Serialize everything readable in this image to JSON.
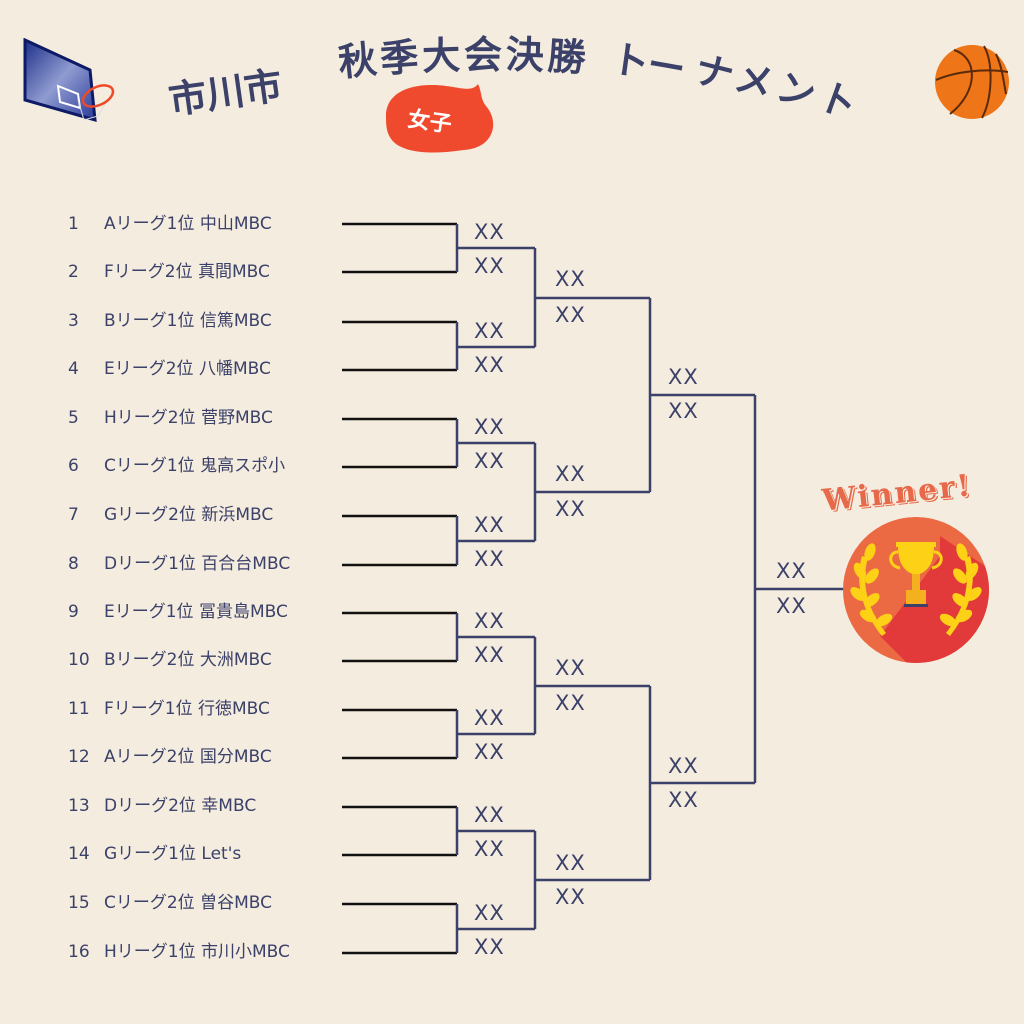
{
  "header": {
    "city": "市川市",
    "title_chars": [
      "秋",
      "季",
      "大",
      "会",
      "決",
      "勝",
      "ト",
      "ー",
      "ナ",
      "メ",
      "ン",
      "ト"
    ],
    "title": "秋季大会決勝トーナメント",
    "category_badge": "女子",
    "icons": [
      "basketball-hoop-icon",
      "basketball-icon"
    ]
  },
  "colors": {
    "background": "#f4ecdf",
    "text": "#3b4168",
    "line_navy": "#3b4168",
    "line_black": "#111111",
    "badge_red": "#f04a2e",
    "ball_orange": "#ee7518",
    "winner_circle": "#ec6a43",
    "winner_shadow": "#e23a3a",
    "trophy_gold": "#fcd116"
  },
  "teams": [
    {
      "seed": "1",
      "name": "Aリーグ1位 中山MBC"
    },
    {
      "seed": "2",
      "name": "Fリーグ2位 真間MBC"
    },
    {
      "seed": "3",
      "name": "Bリーグ1位 信篤MBC"
    },
    {
      "seed": "4",
      "name": "Eリーグ2位 八幡MBC"
    },
    {
      "seed": "5",
      "name": "Hリーグ2位 菅野MBC"
    },
    {
      "seed": "6",
      "name": "Cリーグ1位 鬼高スポ小"
    },
    {
      "seed": "7",
      "name": "Gリーグ2位 新浜MBC"
    },
    {
      "seed": "8",
      "name": "Dリーグ1位 百合台MBC"
    },
    {
      "seed": "9",
      "name": "Eリーグ1位 冨貴島MBC"
    },
    {
      "seed": "10",
      "name": "Bリーグ2位 大洲MBC"
    },
    {
      "seed": "11",
      "name": "Fリーグ1位 行徳MBC"
    },
    {
      "seed": "12",
      "name": "Aリーグ2位 国分MBC"
    },
    {
      "seed": "13",
      "name": "Dリーグ2位 幸MBC"
    },
    {
      "seed": "14",
      "name": "Gリーグ1位 Let's"
    },
    {
      "seed": "15",
      "name": "Cリーグ2位 曽谷MBC"
    },
    {
      "seed": "16",
      "name": "Hリーグ1位 市川小MBC"
    }
  ],
  "rounds": {
    "round1": [
      {
        "top": "XX",
        "bottom": "XX"
      },
      {
        "top": "XX",
        "bottom": "XX"
      },
      {
        "top": "XX",
        "bottom": "XX"
      },
      {
        "top": "XX",
        "bottom": "XX"
      },
      {
        "top": "XX",
        "bottom": "XX"
      },
      {
        "top": "XX",
        "bottom": "XX"
      },
      {
        "top": "XX",
        "bottom": "XX"
      },
      {
        "top": "XX",
        "bottom": "XX"
      }
    ],
    "round2": [
      {
        "top": "XX",
        "bottom": "XX"
      },
      {
        "top": "XX",
        "bottom": "XX"
      },
      {
        "top": "XX",
        "bottom": "XX"
      },
      {
        "top": "XX",
        "bottom": "XX"
      }
    ],
    "semifinal": [
      {
        "top": "XX",
        "bottom": "XX"
      },
      {
        "top": "XX",
        "bottom": "XX"
      }
    ],
    "final": {
      "top": "XX",
      "bottom": "XX"
    }
  },
  "winner": {
    "label": "Winner!",
    "icon": "trophy-icon"
  }
}
